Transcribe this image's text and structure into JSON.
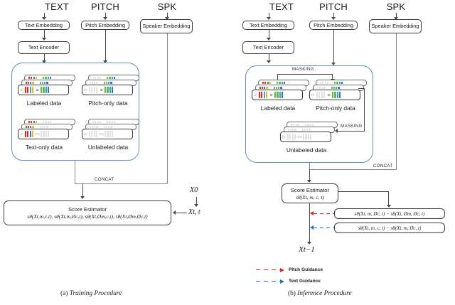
{
  "figure": {
    "panels": [
      {
        "id": "training",
        "caption_label": "(a)",
        "caption_text": "Training Procedure",
        "inputs": [
          {
            "name": "text",
            "label": "TEXT"
          },
          {
            "name": "pitch",
            "label": "PITCH"
          },
          {
            "name": "spk",
            "label": "SPK"
          }
        ],
        "blocks": {
          "text_embedding": "Text Embedding",
          "pitch_embedding": "Pitch Embedding",
          "speaker_embedding": "Speaker Embedding",
          "text_encoder": "Text Encoder"
        },
        "concat_label": "CONCAT",
        "data_groups": [
          {
            "name": "labeled",
            "caption": "Labeled data",
            "left_glyph": "c",
            "right_glyph": "m"
          },
          {
            "name": "pitch-only",
            "caption": "Pitch-only data",
            "left_glyph": "Øc",
            "right_glyph": "m"
          },
          {
            "name": "text-only",
            "caption": "Text-only data",
            "left_glyph": "c",
            "right_glyph": "Øm"
          },
          {
            "name": "unlabeled",
            "caption": "Unlabeled data",
            "left_glyph": "Øc",
            "right_glyph": "Øm"
          }
        ],
        "score_estimator": {
          "title": "Score Estimator",
          "formula": "sθ(Xt,m,c,t),  sθ(Xt,m,Øc,t), sθ(Xt,Øm,c,t),  sθ(Xt,Øm,Øc,t)"
        },
        "side_inputs": {
          "x0": "X0",
          "xt": "Xt, t"
        }
      },
      {
        "id": "inference",
        "caption_label": "(b)",
        "caption_text": "Inference Procedure",
        "inputs": [
          {
            "name": "text",
            "label": "TEXT"
          },
          {
            "name": "pitch",
            "label": "PITCH"
          },
          {
            "name": "spk",
            "label": "SPK"
          }
        ],
        "blocks": {
          "text_embedding": "Text Embedding",
          "pitch_embedding": "Pitch Embedding",
          "speaker_embedding": "Speaker Embedding",
          "text_encoder": "Text Encoder"
        },
        "concat_label": "CONCAT",
        "masking_label_top": "MASKING",
        "masking_label_right": "MASKING",
        "data_groups": [
          {
            "name": "labeled",
            "caption": "Labeled data",
            "left_glyph": "c",
            "right_glyph": "m"
          },
          {
            "name": "pitch-only",
            "caption": "Pitch-only data",
            "left_glyph": "Øc",
            "right_glyph": "m"
          },
          {
            "name": "unlabeled",
            "caption": "Unlabeled data",
            "left_glyph": "Øc",
            "right_glyph": "Øm"
          }
        ],
        "score_estimator": {
          "title": "Score Estimator",
          "formula": "sθ(Xt, m, c, t)"
        },
        "guidance_equations": [
          {
            "name": "pitch-guidance",
            "formula": "sθ(Xt, m, Øc, t) − sθ(Xt, Øm, Øc, t)",
            "color": "#e8231f"
          },
          {
            "name": "text-guidance",
            "formula": "sθ(Xt, m, c, t) − sθ(Xt, m, Øc, t)",
            "color": "#1f6fd0"
          }
        ],
        "output_label": "Xt−1"
      }
    ],
    "legend": {
      "items": [
        {
          "name": "pitch-guidance",
          "label": "Pitch Guidance",
          "color": "#e8231f"
        },
        {
          "name": "text-guidance",
          "label": "Text Guidance",
          "color": "#1f6fd0"
        }
      ]
    },
    "colors": {
      "container_border": "#5b8fc9",
      "box_border": "#3c3c3c",
      "connector": "#474747",
      "cell_red": "#e8231f",
      "cell_blue": "#2f6fd0",
      "cell_lightblue": "#29a8e0",
      "cell_yellow": "#f5b800",
      "cell_green": "#62bb46",
      "cell_gray": "#e2e2e2"
    }
  }
}
